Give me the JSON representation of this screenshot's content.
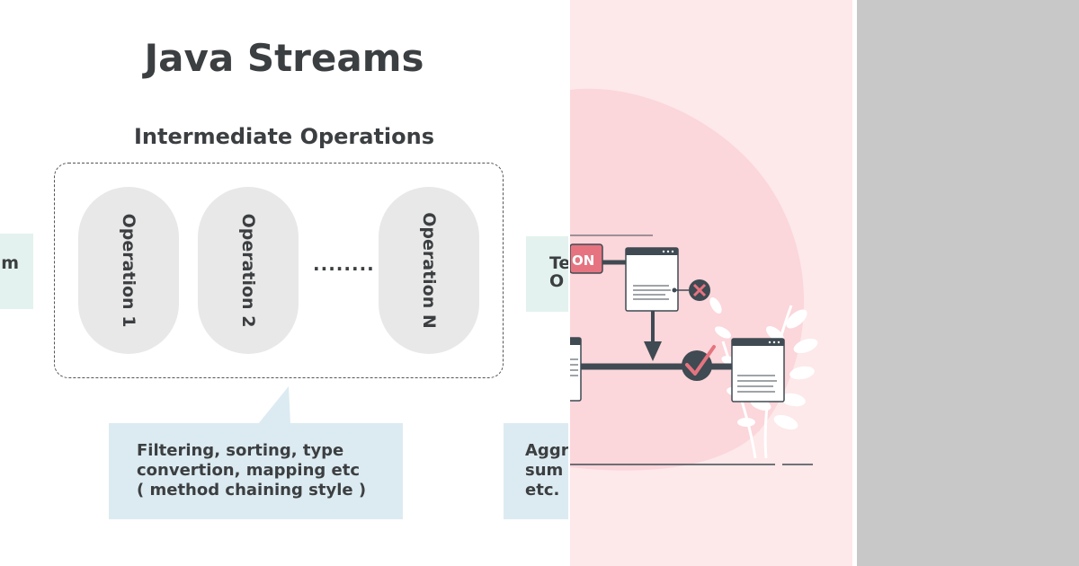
{
  "diagram": {
    "title": "Java Streams",
    "section_title": "Intermediate Operations",
    "operations": [
      "Operation 1",
      "Operation 2",
      "Operation N"
    ],
    "ellipsis": "........",
    "left_box_text": "m",
    "right_box_lines": [
      "Te",
      "O"
    ],
    "intermediate_note_lines": [
      "Filtering, sorting, type",
      "convertion, mapping etc",
      "( method chaining style )"
    ],
    "terminal_note_lines": [
      "Aggr",
      "sum",
      "etc."
    ]
  },
  "illustration": {
    "tag_label": "ON",
    "colors": {
      "pink_background": "#fde8ea",
      "accent_red": "#e57480",
      "dark_slate": "#3f4a52"
    }
  },
  "colors": {
    "text_dark": "#3c3f41",
    "mint_box": "#e3f2ee",
    "blue_box": "#dcebf1",
    "pill_gray": "#e8e8e8",
    "right_gray": "#c8c8c8"
  }
}
